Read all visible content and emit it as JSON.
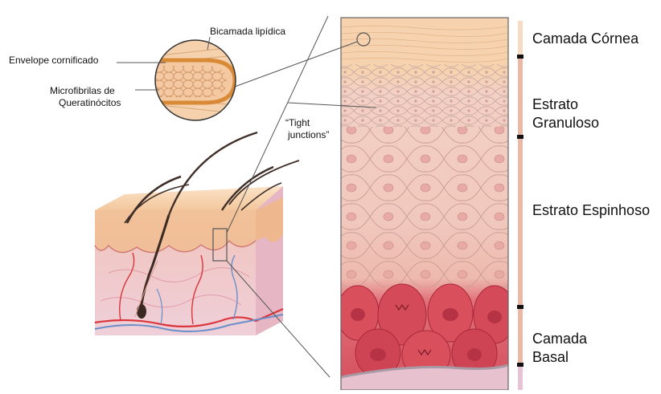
{
  "labels": {
    "lipid_bilayer": "Bicamada lipídica",
    "cornified_envelope": "Envelope cornificado",
    "microfibrils_line1": "Microfibrilas  de",
    "microfibrils_line2": "Queratinócitos",
    "tight_junctions_line1": "“Tight",
    "tight_junctions_line2": "junctions”",
    "stratum_corneum": "Camada Córnea",
    "stratum_granulosum_line1": "Estrato",
    "stratum_granulosum_line2": "Granuloso",
    "stratum_spinosum": "Estrato Espinhoso",
    "stratum_basale_line1": "Camada",
    "stratum_basale_line2": "Basal"
  },
  "colors": {
    "corneum": "#f6cfa6",
    "granulosum": "#f4cdbf",
    "spinosum": "#f0c4b8",
    "basal_cells": "#d9505c",
    "basal_dark": "#b92e40",
    "dermis": "#e8c1cf",
    "envelope": "#d98a36",
    "scale_bar": "#e9b8a6",
    "vessel_red": "#d9353a",
    "vessel_blue": "#6b8fc9"
  }
}
